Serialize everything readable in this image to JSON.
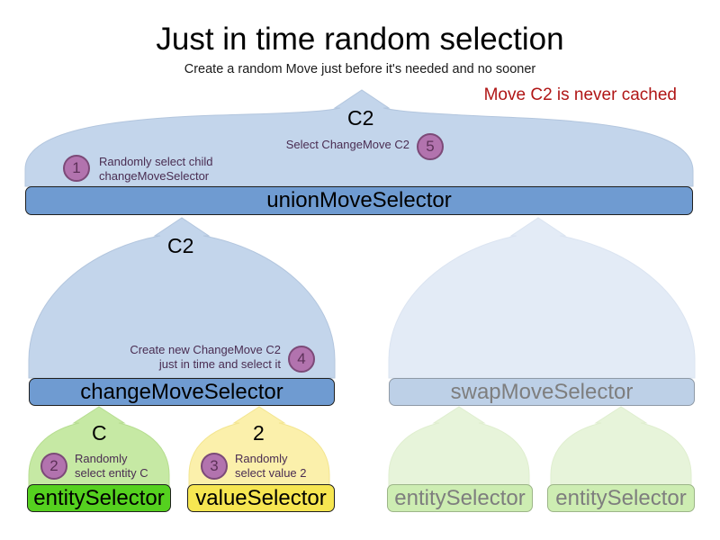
{
  "header": {
    "title": "Just in time random selection",
    "subtitle": "Create a random Move just before it's needed and no sooner",
    "warning": "Move C2 is never cached",
    "warning_color": "#b01616"
  },
  "palette": {
    "selector_blue": "#6f9bd1",
    "selector_blue_faded": "#bdd0e7",
    "entity_green": "#55d11f",
    "entity_green_faded": "#cdedb2",
    "value_yellow": "#f6e651",
    "band_blue": "#c3d5eb",
    "band_blue_faded": "#e3ebf6",
    "band_green": "#c6e9a4",
    "band_green_faded": "#e7f4da",
    "band_yellow": "#fbf0ab",
    "badge_fill": "#b273ae",
    "badge_border": "#7c4a78",
    "callout_text": "#4a2d52",
    "faded_text": "#7e7e7e"
  },
  "nodes": {
    "union_move_selector": "unionMoveSelector",
    "change_move_selector": "changeMoveSelector",
    "swap_move_selector": "swapMoveSelector",
    "entity_selector": "entitySelector",
    "value_selector": "valueSelector",
    "swap_entity_selector_left": "entitySelector",
    "swap_entity_selector_right": "entitySelector"
  },
  "arrow_labels": {
    "top_c2": "C2",
    "change_c2": "C2",
    "entity_c": "C",
    "value_2": "2"
  },
  "callouts": [
    {
      "number": "1",
      "lines": [
        "Randomly select child",
        "changeMoveSelector"
      ],
      "align": "left"
    },
    {
      "number": "5",
      "lines": [
        "Select ChangeMove C2"
      ],
      "align": "right"
    },
    {
      "number": "4",
      "lines": [
        "Create new ChangeMove C2",
        "just in time and select it"
      ],
      "align": "right"
    },
    {
      "number": "2",
      "lines": [
        "Randomly",
        "select entity C"
      ],
      "align": "left"
    },
    {
      "number": "3",
      "lines": [
        "Randomly",
        "select value 2"
      ],
      "align": "left"
    }
  ]
}
